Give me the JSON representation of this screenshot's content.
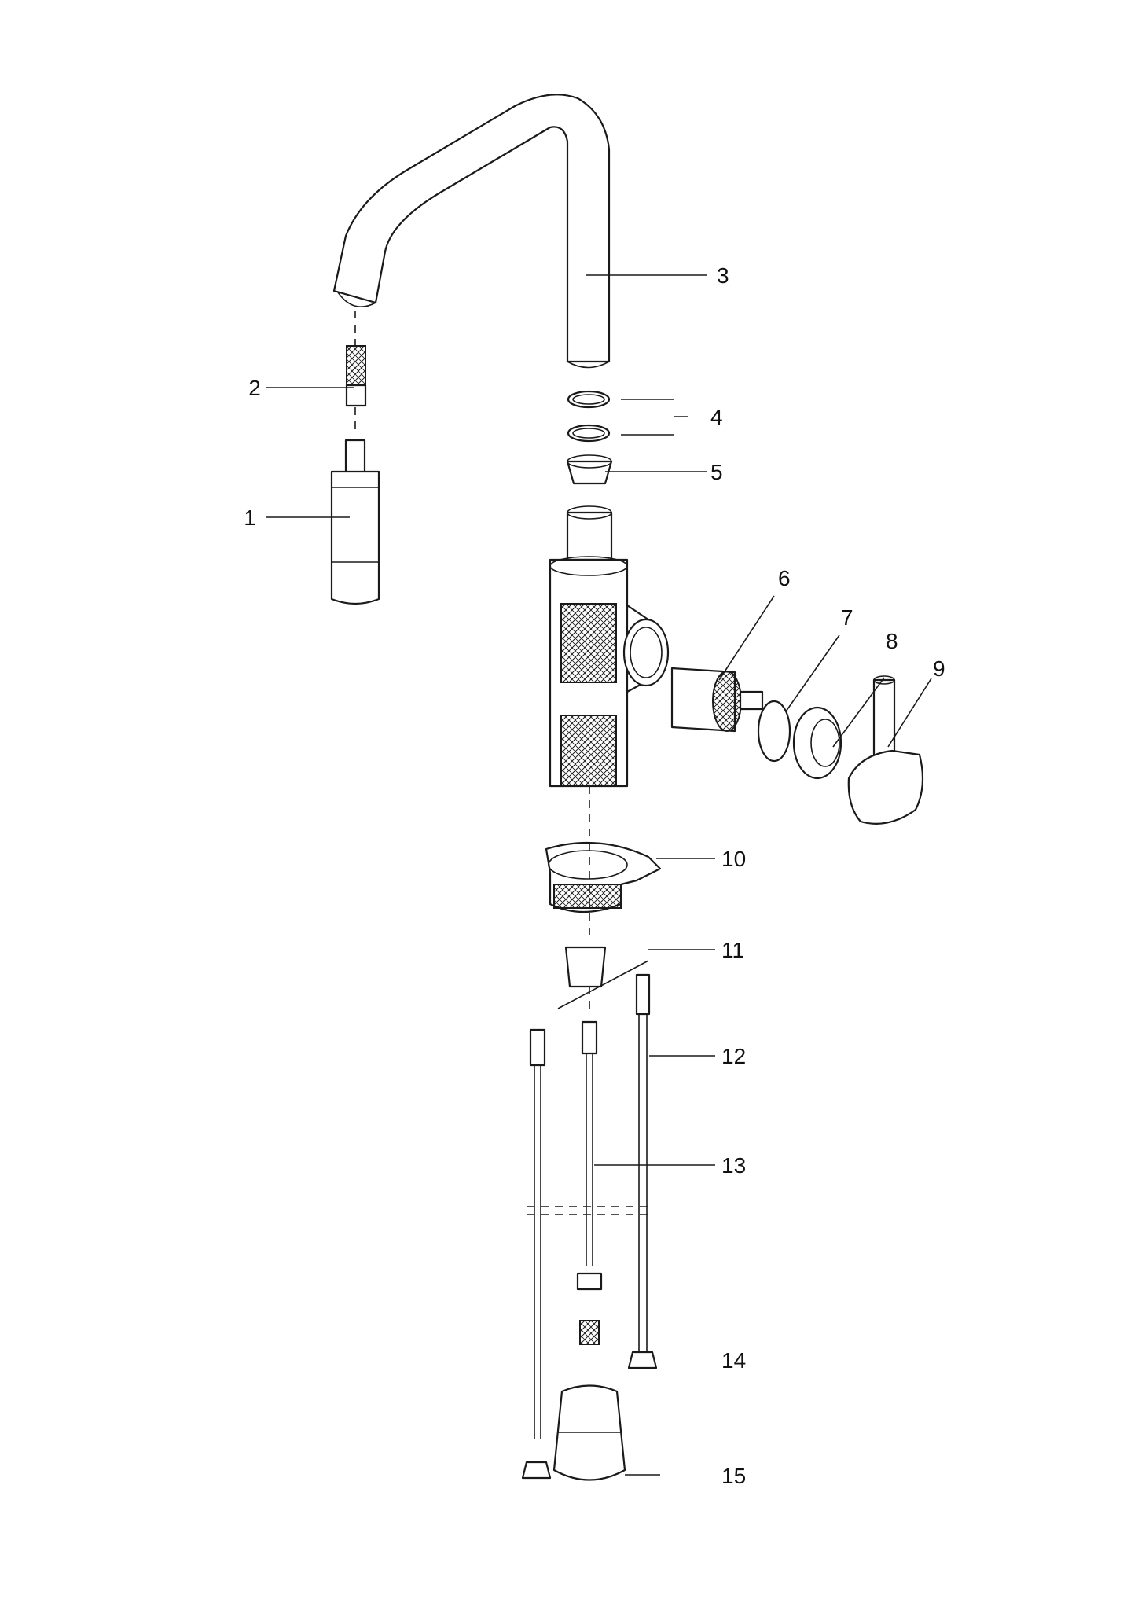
{
  "diagram": {
    "callouts": [
      {
        "id": "1",
        "label": "1"
      },
      {
        "id": "2",
        "label": "2"
      },
      {
        "id": "3",
        "label": "3"
      },
      {
        "id": "4",
        "label": "4"
      },
      {
        "id": "5",
        "label": "5"
      },
      {
        "id": "6",
        "label": "6"
      },
      {
        "id": "7",
        "label": "7"
      },
      {
        "id": "8",
        "label": "8"
      },
      {
        "id": "9",
        "label": "9"
      },
      {
        "id": "10",
        "label": "10"
      },
      {
        "id": "11",
        "label": "11"
      },
      {
        "id": "12",
        "label": "12"
      },
      {
        "id": "13",
        "label": "13"
      },
      {
        "id": "14",
        "label": "14"
      },
      {
        "id": "15",
        "label": "15"
      }
    ]
  },
  "colors": {
    "line": "#1a1a1a",
    "background": "#ffffff"
  }
}
